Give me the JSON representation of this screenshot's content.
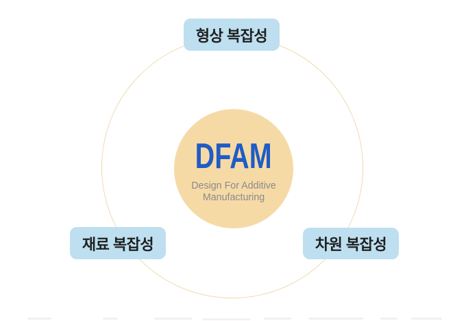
{
  "diagram": {
    "center": {
      "acronym": "DFAM",
      "subtitle_line1": "Design For Additive",
      "subtitle_line2": "Manufacturing",
      "fill_color": "#F6DAA6",
      "acronym_color": "#1F5CC5",
      "subtitle_color": "#8A8A8A"
    },
    "outer_circle": {
      "stroke_color": "#F0D9B2"
    },
    "labels": [
      {
        "id": "shape-complexity",
        "text": "형상 복잡성",
        "position": "top"
      },
      {
        "id": "material-complexity",
        "text": "재료 복잡성",
        "position": "bottom-left"
      },
      {
        "id": "dimension-complexity",
        "text": "차원 복잡성",
        "position": "bottom-right"
      }
    ],
    "label_bg_color": "#BDDFF0",
    "label_text_color": "#1F1F1F",
    "page_background": "#FFFFFF"
  }
}
